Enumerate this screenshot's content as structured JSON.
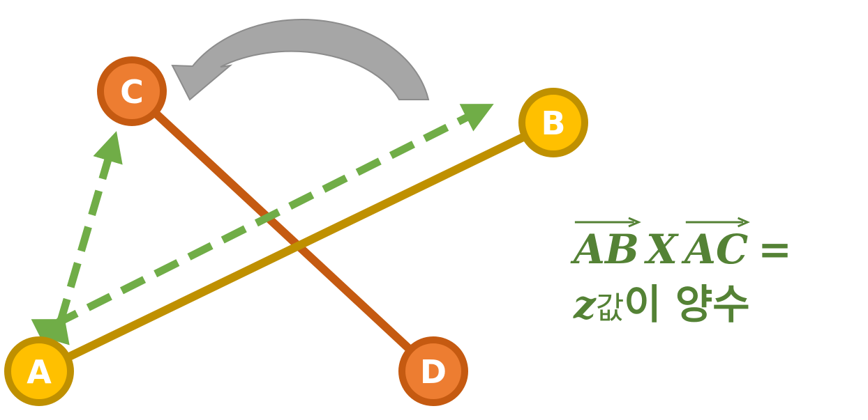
{
  "nodes": [
    {
      "id": "A",
      "label": "A",
      "fill": "#FFC000",
      "stroke": "#BF9000"
    },
    {
      "id": "B",
      "label": "B",
      "fill": "#FFC000",
      "stroke": "#BF9000"
    },
    {
      "id": "C",
      "label": "C",
      "fill": "#ED7D31",
      "stroke": "#C55A11"
    },
    {
      "id": "D",
      "label": "D",
      "fill": "#ED7D31",
      "stroke": "#C55A11"
    }
  ],
  "segments": [
    {
      "from": "A",
      "to": "B",
      "color": "#BF9000"
    },
    {
      "from": "C",
      "to": "D",
      "color": "#C55A11"
    }
  ],
  "vectors": [
    {
      "from": "A",
      "to": "B",
      "color": "#70AD47",
      "style": "dashed"
    },
    {
      "from": "A",
      "to": "C",
      "color": "#70AD47",
      "style": "dashed"
    }
  ],
  "rotation_arrow": {
    "direction": "counterclockwise",
    "color": "#A6A6A6"
  },
  "formula": {
    "vec1": "AB",
    "cross": "X",
    "vec2": "AC",
    "equals": "=",
    "z": "z",
    "zsmall": "값",
    "zbig": "이 양수",
    "color": "#548235"
  }
}
